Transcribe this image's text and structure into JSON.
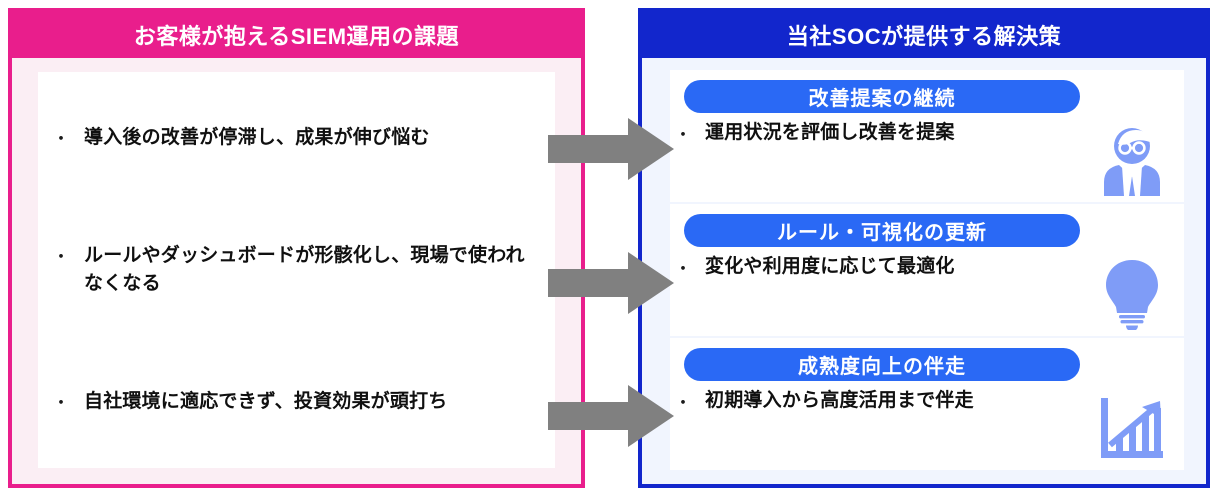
{
  "colors": {
    "problem_accent": "#e91e8c",
    "problem_panel_bg": "#fbeef4",
    "solution_accent": "#1226cc",
    "solution_panel_bg": "#f1f5fe",
    "pill_blue": "#2a69f5",
    "icon_blue": "#7f9cf7",
    "arrow_gray": "#808080",
    "card_bg": "#ffffff",
    "text_dark": "#101010"
  },
  "problems": {
    "header": "お客様が抱えるSIEM運用の課題",
    "bullet_glyph": "・",
    "items": [
      {
        "text": "導入後の改善が停滞し、成果が伸び悩む"
      },
      {
        "text": "ルールやダッシュボードが形骸化し、現場で使われなくなる"
      },
      {
        "text": "自社環境に適応できず、投資効果が頭打ち"
      }
    ]
  },
  "solutions": {
    "header": "当社SOCが提供する解決策",
    "bullet_glyph": "・",
    "items": [
      {
        "title": "改善提案の継続",
        "text": "運用状況を評価し改善を提案",
        "icon": "consultant-person-icon"
      },
      {
        "title": "ルール・可視化の更新",
        "text": "変化や利用度に応じて最適化",
        "icon": "lightbulb-icon"
      },
      {
        "title": "成熟度向上の伴走",
        "text": "初期導入から高度活用まで伴走",
        "icon": "growth-chart-icon"
      }
    ]
  },
  "connectors": [
    {
      "name": "arrow-problem-1-to-solution-1"
    },
    {
      "name": "arrow-problem-2-to-solution-2"
    },
    {
      "name": "arrow-problem-3-to-solution-3"
    }
  ]
}
